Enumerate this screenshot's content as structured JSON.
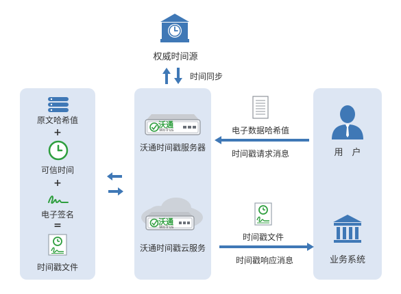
{
  "authority": {
    "label": "权威时间源"
  },
  "sync": {
    "label": "时间同步"
  },
  "left_panel": {
    "items": [
      "原文哈希值",
      "可信时间",
      "电子签名",
      "时间戳文件"
    ],
    "plus": "+",
    "equals": "="
  },
  "center_panel": {
    "server_label": "沃通时间戳服务器",
    "cloud_label": "沃通时间戳云服务",
    "brand": "沃通",
    "brand_sub": "WoTrus"
  },
  "flow": {
    "hash_label": "电子数据哈希值",
    "request_label": "时间戳请求消息",
    "file_label": "时间戳文件",
    "response_label": "时间戳响应消息"
  },
  "right_panel": {
    "user_label": "用　户",
    "business_label": "业务系统"
  },
  "colors": {
    "accent": "#3f78b6",
    "green": "#2e9e3e",
    "panel": "#dde6f3"
  }
}
